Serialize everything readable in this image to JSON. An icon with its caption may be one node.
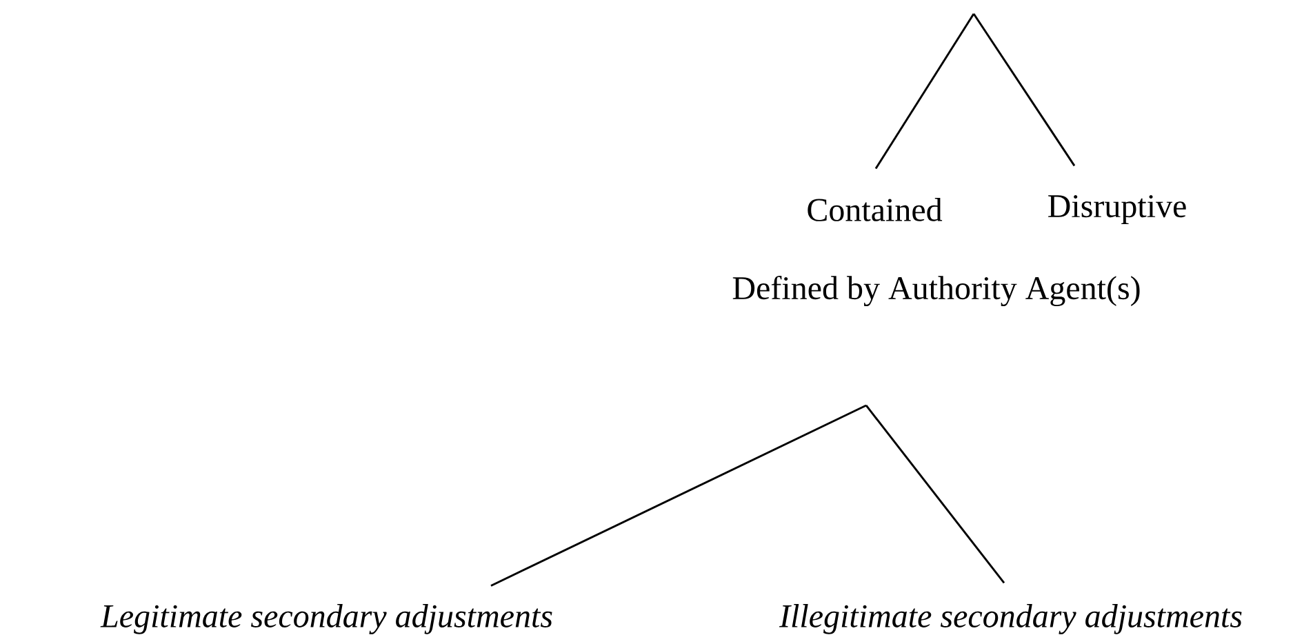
{
  "diagram": {
    "nodes": [
      {
        "text": [
          "Contained"
        ]
      },
      {
        "text": [
          "Disruptive"
        ]
      },
      {
        "text": [
          "Defined by Authority Agent(s)"
        ]
      },
      {
        "text": [
          "Legitimate secondary adjustments"
        ]
      },
      {
        "text": [
          "Illegitimate secondary adjustments"
        ]
      }
    ],
    "edges": [
      {
        "from": null,
        "to": 0,
        "arrow": "none"
      },
      {
        "from": null,
        "to": 1,
        "arrow": "none"
      },
      {
        "from": null,
        "to": 3,
        "arrow": "none"
      },
      {
        "from": null,
        "to": 4,
        "arrow": "none"
      }
    ]
  }
}
